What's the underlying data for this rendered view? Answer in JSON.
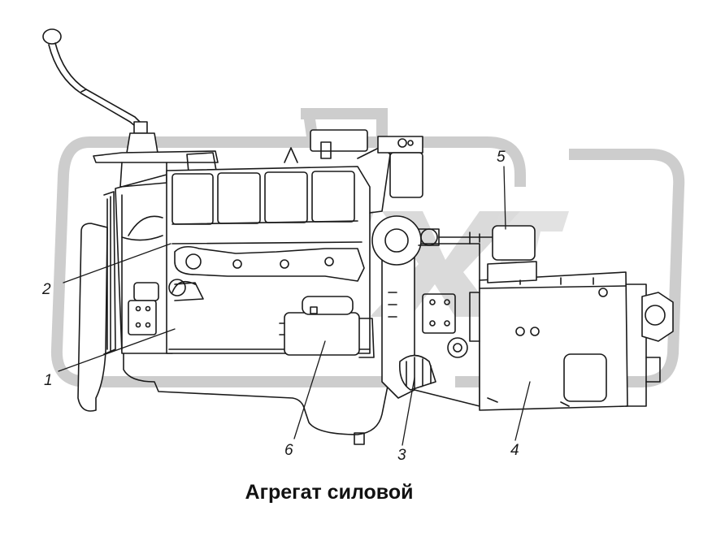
{
  "caption": "Агрегат силовой",
  "callouts": {
    "c1": "1",
    "c2": "2",
    "c3": "3",
    "c4": "4",
    "c5": "5",
    "c6": "6"
  },
  "colors": {
    "line": "#1a1a1a",
    "watermark": "#c8c8c8",
    "paper": "#ffffff"
  }
}
